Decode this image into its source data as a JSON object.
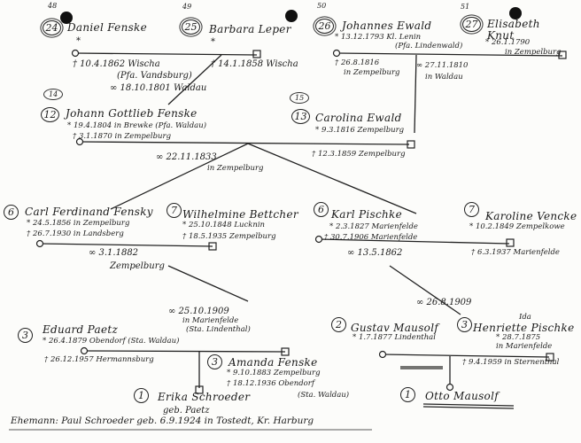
{
  "persons": {
    "daniel": {
      "num": "24",
      "top": "48",
      "name": "Daniel Fenske",
      "death": "† 10.4.1862 Wischa",
      "place": "(Pfa. Vandsburg)"
    },
    "barbara": {
      "num": "25",
      "top": "49",
      "name": "Barbara Leper",
      "death": "† 14.1.1858 Wischa"
    },
    "marriage1": "∞ 18.10.1801 Waldau",
    "johannes": {
      "num": "26",
      "top": "50",
      "name": "Johannes Ewald",
      "birth": "* 13.12.1793 Kl. Lenin",
      "place": "(Pfa. Lindenwald)",
      "death": "† 26.8.1816",
      "death_place": "in Zempelburg"
    },
    "elisabeth": {
      "num": "27",
      "top": "51",
      "name": "Elisabeth Knut",
      "birth": "* 26.1.1790",
      "place": "in Zempelburg"
    },
    "marriage2": "∞ 27.11.1810",
    "marriage2_place": "in Waldau",
    "johann": {
      "num": "12",
      "top": "14",
      "name": "Johann Gottlieb Fenske",
      "birth": "* 19.4.1804 in Brewke (Pfa. Waldau)",
      "death": "† 3.1.1870 in Zempelburg"
    },
    "carolina": {
      "num": "13",
      "top": "15",
      "name": "Carolina Ewald",
      "birth": "* 9.3.1816 Zempelburg",
      "death": "† 12.3.1859 Zempelburg"
    },
    "marriage3": "∞ 22.11.1833",
    "marriage3_place": "in Zempelburg",
    "carl": {
      "num": "6",
      "name": "Carl Ferdinand Fensky",
      "birth": "* 24.5.1856 in Zempelburg",
      "death": "† 26.7.1930 in Landsberg"
    },
    "wilhelmine": {
      "num": "7",
      "name": "Wilhelmine Bettcher",
      "birth": "* 25.10.1848 Lucknin",
      "death": "† 18.5.1935 Zempelburg"
    },
    "marriage4": "∞ 3.1.1882",
    "marriage4_place": "Zempelburg",
    "karl": {
      "num": "6",
      "name": "Karl Pischke",
      "birth": "* 2.3.1827 Marienfelde",
      "death": "† 30.7.1906 Marienfelde"
    },
    "karoline": {
      "num": "7",
      "name": "Karoline Vencke",
      "birth": "* 10.2.1849 Zempelkowe",
      "death": "† 6.3.1937 Marienfelde"
    },
    "marriage5": "∞ 13.5.1862",
    "marriage6": "∞ 25.10.1909",
    "marriage6_place": "in Marienfelde",
    "marriage6_extra": "(Sta. Lindenthal)",
    "marriage7": "∞ 26.8.1909",
    "eduard": {
      "num": "3",
      "name": "Eduard Paetz",
      "birth": "* 26.4.1879 Obendorf (Sta. Waldau)",
      "death": "† 26.12.1957 Hermannsburg"
    },
    "amanda": {
      "num": "3",
      "name": "Amanda Fenske",
      "birth": "* 9.10.1883 Zempelburg",
      "death": "† 18.12.1936 Obendorf",
      "place": "(Sta. Waldau)"
    },
    "gustav": {
      "num": "2",
      "name": "Gustav Mausolf",
      "birth": "* 1.7.1877 Lindenthal"
    },
    "henriette": {
      "num": "3",
      "name": "Henriette Pischke",
      "birth": "* 28.7.1875",
      "place": "in Marienfelde",
      "death": "† 9.4.1959 in Sternenthal",
      "tag": "Ida"
    },
    "erika": {
      "num": "1",
      "name": "Erika Schroeder",
      "maiden": "geb. Paetz"
    },
    "otto": {
      "num": "1",
      "name": "Otto Mausolf"
    }
  },
  "footer": "Ehemann: Paul Schroeder geb. 6.9.1924 in Tostedt, Kr. Harburg"
}
